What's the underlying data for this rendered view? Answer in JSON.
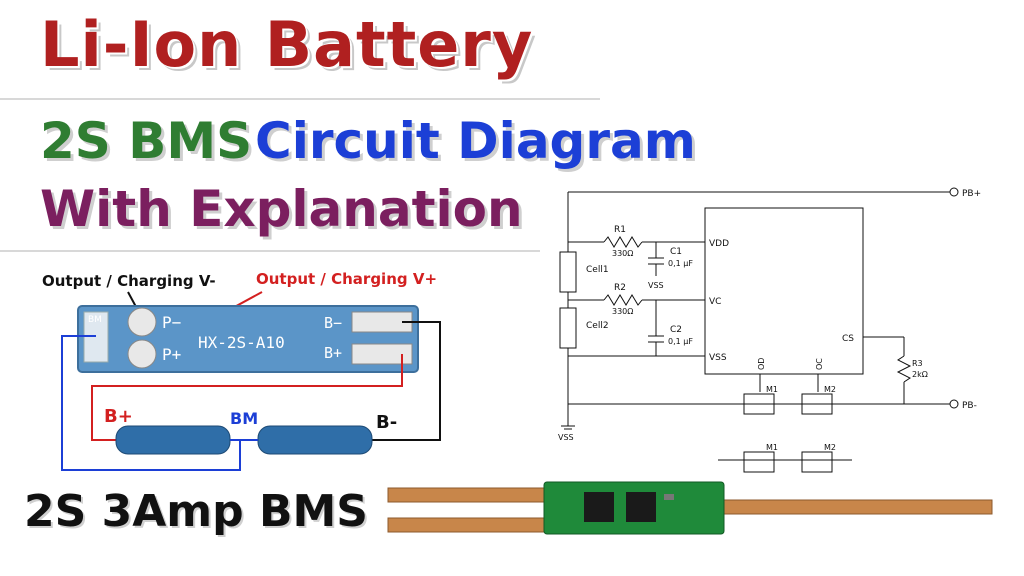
{
  "titles": {
    "line1": "Li-Ion Battery",
    "line2_part1": "2S BMS",
    "line2_part2": "Circuit Diagram",
    "line3": "With Explanation",
    "bottom": "2S 3Amp BMS"
  },
  "board": {
    "label_output_minus": "Output / Charging V-",
    "label_output_plus": "Output / Charging V+",
    "pad_bm": "BM",
    "pad_p_minus": "P−",
    "pad_p_plus": "P+",
    "pad_b_minus": "B−",
    "pad_b_plus": "B+",
    "model": "HX-2S-A10",
    "wire_b_plus": "B+",
    "wire_bm": "BM",
    "wire_b_minus": "B-"
  },
  "schematic": {
    "pb_plus": "PB+",
    "pb_minus": "PB-",
    "vss_ground": "VSS",
    "vss_cap": "VSS",
    "r1": "R1",
    "r1_val": "330Ω",
    "r2": "R2",
    "r2_val": "330Ω",
    "r3": "R3",
    "r3_val": "2kΩ",
    "c1": "C1",
    "c1_val": "0,1 μF",
    "c2": "C2",
    "c2_val": "0,1 μF",
    "cell1": "Cell1",
    "cell2": "Cell2",
    "pin_vdd": "VDD",
    "pin_vc": "VC",
    "pin_vss": "VSS",
    "pin_cs": "CS",
    "pin_od": "OD",
    "pin_oc": "OC",
    "m1": "M1",
    "m2": "M2",
    "m1b": "M1",
    "m2b": "M2"
  },
  "colors": {
    "title_red": "#b02020",
    "title_green": "#2f7d32",
    "title_blue": "#1c3fd6",
    "title_purple": "#7b1f5f",
    "wire_red": "#d32020",
    "board_blue": "#5b95c8",
    "cell_blue": "#2f6ea8",
    "pcb_green": "#1f8a3a",
    "copper": "#c8864a"
  }
}
